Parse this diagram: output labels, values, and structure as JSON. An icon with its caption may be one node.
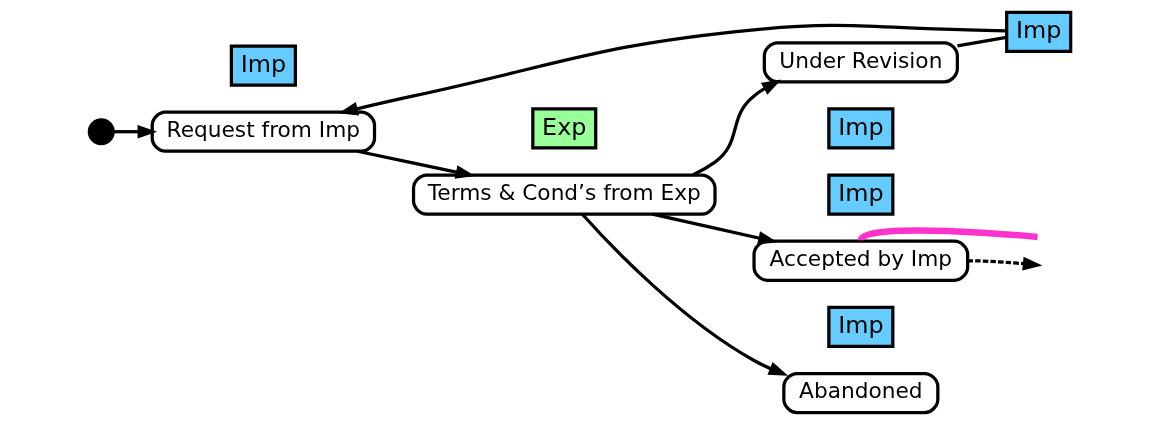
{
  "diagram": {
    "nodes": [
      {
        "text": [],
        "shape": "circle"
      },
      {
        "text": [
          "Request from Imp"
        ]
      },
      {
        "text": [
          "Imp"
        ]
      },
      {
        "text": [
          "Exp"
        ]
      },
      {
        "text": [
          "Terms & Cond’s from Exp"
        ]
      },
      {
        "text": [
          "Imp"
        ]
      },
      {
        "text": [
          "Accepted by Imp"
        ]
      },
      {
        "text": [
          "Imp"
        ]
      },
      {
        "text": [
          "Under Revision"
        ]
      },
      {
        "text": [
          "Imp"
        ]
      },
      {
        "text": [
          "Imp"
        ]
      },
      {
        "text": [
          "Abandoned"
        ]
      }
    ],
    "edges": [
      {
        "from": 0,
        "to": 1,
        "arrow": "to"
      },
      {
        "from": 1,
        "to": 4,
        "arrow": "to"
      },
      {
        "from": 4,
        "to": 6,
        "arrow": "to"
      },
      {
        "from": 6,
        "to": null,
        "arrow": "none",
        "style": "thick",
        "color": "#ff33cc"
      },
      {
        "from": 6,
        "to": null,
        "arrow": "to",
        "style": "dashed"
      },
      {
        "from": 4,
        "to": 8,
        "arrow": "to"
      },
      {
        "from": 4,
        "to": 11,
        "arrow": "to"
      },
      {
        "from": 8,
        "to": 7,
        "arrow": "none"
      },
      {
        "from": 7,
        "to": 1,
        "arrow": "to"
      }
    ]
  }
}
